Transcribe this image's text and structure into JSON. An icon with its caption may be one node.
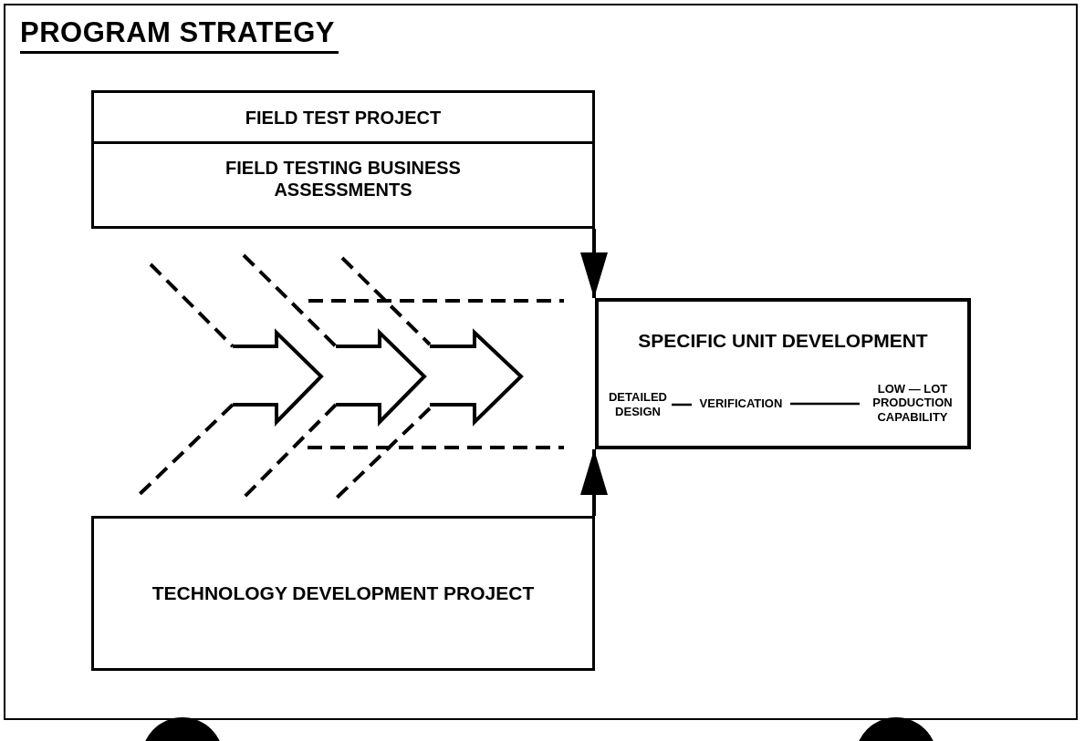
{
  "diagram": {
    "title": "PROGRAM STRATEGY",
    "nodes": [
      {
        "text": [
          "FIELD TEST PROJECT",
          "FIELD TESTING BUSINESS ASSESSMENTS"
        ]
      },
      {
        "text": [
          "TECHNOLOGY DEVELOPMENT PROJECT"
        ]
      },
      {
        "text": [
          "SPECIFIC UNIT DEVELOPMENT"
        ]
      },
      {
        "text": [
          "DETAILED DESIGN"
        ],
        "in": 2
      },
      {
        "text": [
          "VERIFICATION"
        ],
        "in": 2
      },
      {
        "text": [
          "LOW — LOT PRODUCTION CAPABILITY"
        ],
        "in": 2
      },
      {
        "text": [],
        "shape": "circle"
      },
      {
        "text": [],
        "shape": "circle"
      }
    ],
    "edges": [
      {
        "from": 0,
        "to": 2,
        "arrow": "to"
      },
      {
        "from": 1,
        "to": 2,
        "arrow": "to"
      },
      {
        "from": 3,
        "to": 4,
        "arrow": "none"
      },
      {
        "from": 4,
        "to": 5,
        "arrow": "none"
      }
    ]
  }
}
